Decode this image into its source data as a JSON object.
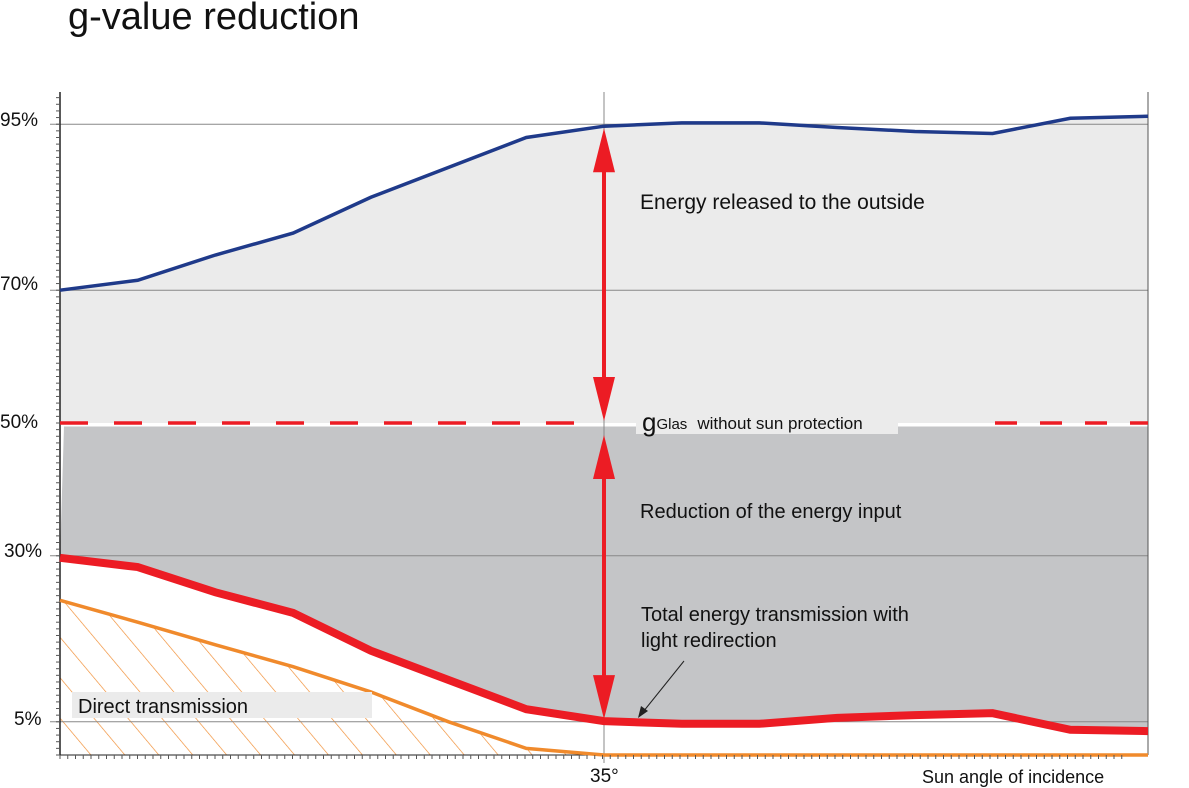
{
  "title": "g-value reduction",
  "chart_data": {
    "type": "line",
    "title": "g-value reduction",
    "xlabel": "Sun angle of incidence",
    "ylabel": "",
    "xlim": [
      0,
      70
    ],
    "ylim": [
      0,
      100
    ],
    "y_ticks": [
      95,
      70,
      50,
      30,
      5
    ],
    "y_tick_labels": [
      "95%",
      "70%",
      "50%",
      "30%",
      "5%"
    ],
    "x_ticks": [
      35
    ],
    "x_tick_labels": [
      "35°"
    ],
    "grid": true,
    "series": [
      {
        "name": "Energy released to the outside (upper boundary)",
        "color": "#1f3a8a",
        "x": [
          0,
          5,
          10,
          15,
          20,
          30,
          35,
          40,
          45,
          50,
          55,
          60,
          65,
          70
        ],
        "y": [
          70,
          71.5,
          75.3,
          78.6,
          84,
          93,
          94.7,
          95.2,
          95.2,
          94.5,
          93.9,
          93.6,
          95.9,
          96.2
        ]
      },
      {
        "name": "Total energy transmission with light redirection",
        "color": "#ec1c24",
        "x": [
          0,
          5,
          10,
          15,
          20,
          25,
          30,
          35,
          40,
          45,
          50,
          55,
          60,
          65,
          70
        ],
        "y": [
          29.7,
          28.3,
          24.5,
          21.4,
          15.7,
          11.3,
          6.9,
          5.1,
          4.7,
          4.7,
          5.6,
          6.0,
          6.3,
          3.8,
          3.6
        ]
      },
      {
        "name": "Direct transmission",
        "color": "#f08a2c",
        "x": [
          0,
          5,
          10,
          15,
          20,
          25,
          30,
          35,
          40,
          45,
          50,
          55,
          60,
          65,
          70
        ],
        "y": [
          23.3,
          20,
          16.6,
          13.3,
          9.5,
          5,
          1,
          0,
          0,
          0,
          0,
          0,
          0,
          0,
          0
        ]
      },
      {
        "name": "gGlas without sun protection",
        "color": "#ec1c24",
        "style": "dashed",
        "x": [
          0,
          70
        ],
        "y": [
          50,
          50
        ]
      }
    ],
    "annotations": {
      "released": "Energy released to the outside",
      "g_main": "g",
      "g_sub": "Glas",
      "g_rest": "without sun protection",
      "reduction": "Reduction of the energy input",
      "total_line1": "Total energy transmission with",
      "total_line2": "light redirection",
      "direct": "Direct transmission"
    },
    "colors": {
      "upper_fill": "#ebebeb",
      "lower_fill": "#c4c5c7",
      "grid": "#888888"
    }
  }
}
